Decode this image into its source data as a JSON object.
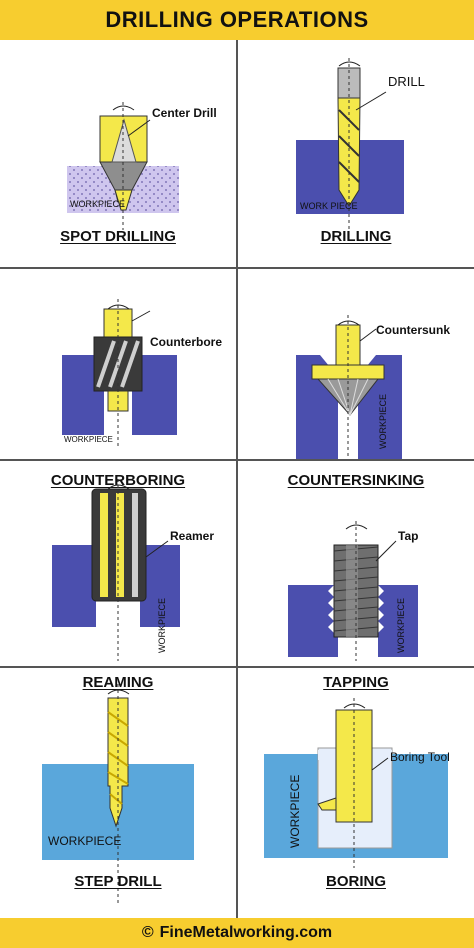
{
  "header": {
    "title": "DRILLING OPERATIONS"
  },
  "colors": {
    "accent": "#f7cd2f",
    "workpiece_dark": "#4b4fae",
    "workpiece_light": "#5aa7db",
    "tool_yellow": "#f4e84a",
    "dotted_workpiece": "#cfc6ee"
  },
  "operations": [
    {
      "title": "SPOT DRILLING",
      "callout": "Center Drill",
      "workpiece_label": "WORKPIECE"
    },
    {
      "title": "DRILLING",
      "callout": "DRILL",
      "workpiece_label": "WORK PIECE"
    },
    {
      "title": "COUNTERBORING",
      "callout": "Counterbore",
      "workpiece_label": "WORKPIECE"
    },
    {
      "title": "COUNTERSINKING",
      "callout": "Countersunk",
      "workpiece_label": "WORKPIECE"
    },
    {
      "title": "REAMING",
      "callout": "Reamer",
      "workpiece_label": "WORKPIECE"
    },
    {
      "title": "TAPPING",
      "callout": "Tap",
      "workpiece_label": "WORKPIECE"
    },
    {
      "title": "STEP DRILL",
      "callout": "",
      "workpiece_label": "WORKPIECE"
    },
    {
      "title": "BORING",
      "callout": "Boring Tool",
      "workpiece_label": "WORKPIECE"
    }
  ],
  "footer": {
    "copyright": "©",
    "text": "FineMetalworking.com"
  }
}
